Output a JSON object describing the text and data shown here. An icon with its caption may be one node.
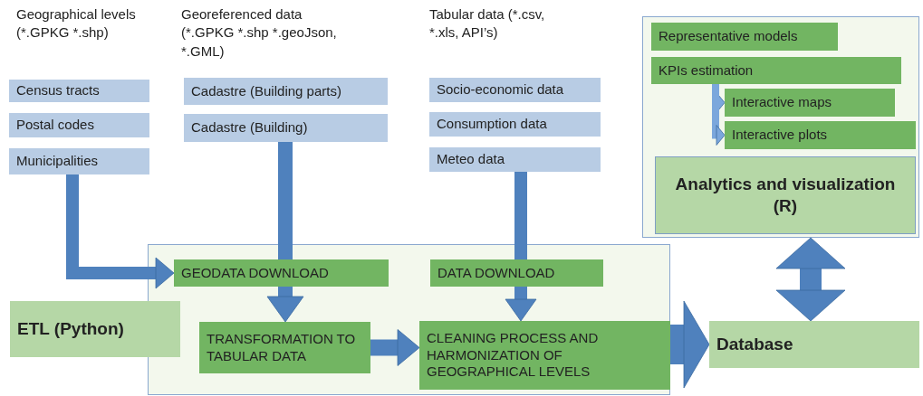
{
  "diagram": {
    "nodes": [
      {
        "text": [
          "Census tracts"
        ]
      },
      {
        "text": [
          "Postal codes"
        ]
      },
      {
        "text": [
          "Municipalities"
        ]
      },
      {
        "text": [
          "Cadastre (Building parts)"
        ]
      },
      {
        "text": [
          "Cadastre (Building)"
        ]
      },
      {
        "text": [
          "Socio-economic data"
        ]
      },
      {
        "text": [
          "Consumption data"
        ]
      },
      {
        "text": [
          "Meteo data"
        ]
      },
      {
        "text": [],
        "shape": "box"
      },
      {
        "text": [
          "Representative models"
        ],
        "in": 8
      },
      {
        "text": [
          "KPIs estimation"
        ],
        "in": 8
      },
      {
        "text": [
          "Interactive maps"
        ],
        "in": 8
      },
      {
        "text": [
          "Interactive plots"
        ],
        "in": 8
      },
      {
        "text": [
          "Analytics and visualization (R)"
        ],
        "in": 8
      },
      {
        "text": [],
        "shape": "box"
      },
      {
        "text": [
          "GEODATA DOWNLOAD"
        ],
        "in": 14
      },
      {
        "text": [
          "DATA DOWNLOAD"
        ],
        "in": 14
      },
      {
        "text": [
          "TRANSFORMATION TO TABULAR DATA"
        ],
        "in": 14
      },
      {
        "text": [
          "CLEANING PROCESS AND HARMONIZATION OF GEOGRAPHICAL LEVELS"
        ],
        "in": 14
      },
      {
        "text": [
          "ETL (Python)"
        ]
      },
      {
        "text": [
          "Database"
        ]
      }
    ],
    "edges": [
      {
        "from": 2,
        "to": 15,
        "arrow": "to"
      },
      {
        "from": 4,
        "to": 15,
        "arrow": "none"
      },
      {
        "from": 7,
        "to": 16,
        "arrow": "none"
      },
      {
        "from": 17,
        "to": 18,
        "arrow": "to"
      },
      {
        "from": 14,
        "to": 20,
        "arrow": "to",
        "style": "thick"
      },
      {
        "from": 8,
        "to": 20,
        "arrow": "both"
      },
      {
        "from": 10,
        "to": 11,
        "arrow": "to",
        "color": "#7ba7dc"
      },
      {
        "from": 10,
        "to": 12,
        "arrow": "to",
        "color": "#7ba7dc"
      },
      {
        "from": 15,
        "to": 17,
        "arrow": "to"
      },
      {
        "from": 16,
        "to": 18,
        "arrow": "to"
      }
    ],
    "labels": [
      "Geographical levels (*.GPKG *.shp)",
      "Georeferenced data (*.GPKG *.shp *.geoJson, *.GML)",
      "Tabular data (*.csv, *.xls, API’s)"
    ]
  }
}
